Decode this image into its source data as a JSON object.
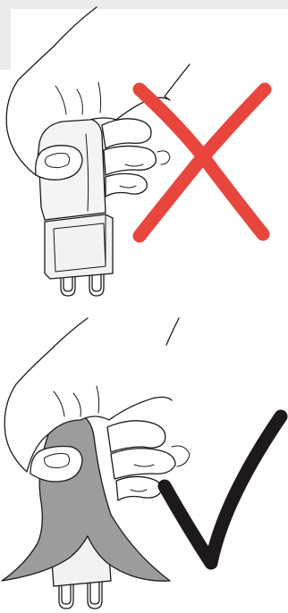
{
  "panels": [
    {
      "id": "wrong-method",
      "verdict": "incorrect",
      "mark": "x-mark",
      "mark_color": "#e8463d"
    },
    {
      "id": "right-method",
      "verdict": "correct",
      "mark": "check-mark",
      "mark_color": "#1e1a1a"
    }
  ],
  "colors": {
    "corner_tab": "#ebebec",
    "bulb_body": "#f2f2f2",
    "cloth": "#9c9c9c",
    "outline": "#1a1a1a"
  }
}
